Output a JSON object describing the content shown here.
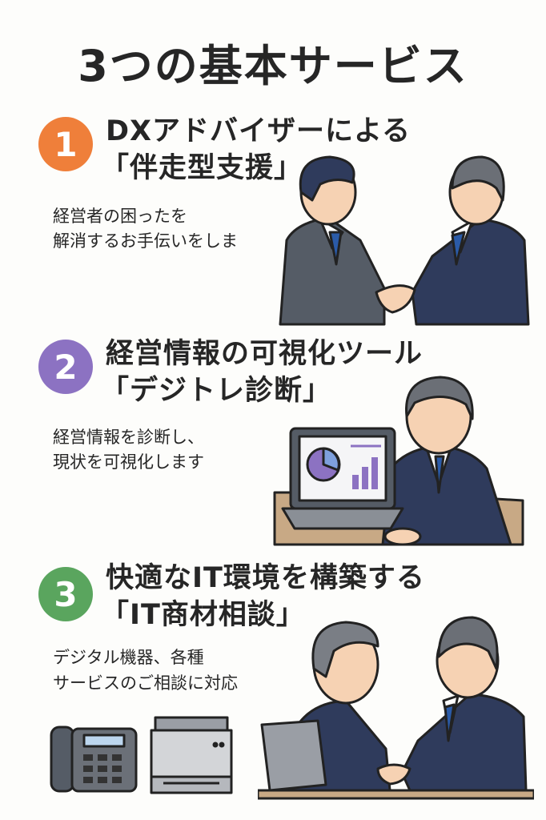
{
  "title": "3つの基本サービス",
  "colors": {
    "section1": "#EF7F3A",
    "section2": "#8C72C2",
    "section3": "#5AA55E",
    "suit": "#2F3B5C",
    "tie": "#2B5BA8"
  },
  "sections": [
    {
      "number": "1",
      "heading_line1": "DXアドバイザーによる",
      "heading_line2": "「伴走型支援」",
      "desc_line1": "経営者の困ったを",
      "desc_line2": "解消するお手伝いをしま",
      "illustration": "handshake"
    },
    {
      "number": "2",
      "heading_line1": "経営情報の可視化ツール",
      "heading_line2": "「デジトレ診断」",
      "desc_line1": "経営情報を診断し、",
      "desc_line2": "現状を可視化します",
      "illustration": "laptop-analysis"
    },
    {
      "number": "3",
      "heading_line1": "快適なIT環境を構築する",
      "heading_line2": "「IT商材相談」",
      "desc_line1": "デジタル機器、各種",
      "desc_line2": "サービスのご相談に対応",
      "illustration": "phone-printer-consultation"
    }
  ]
}
